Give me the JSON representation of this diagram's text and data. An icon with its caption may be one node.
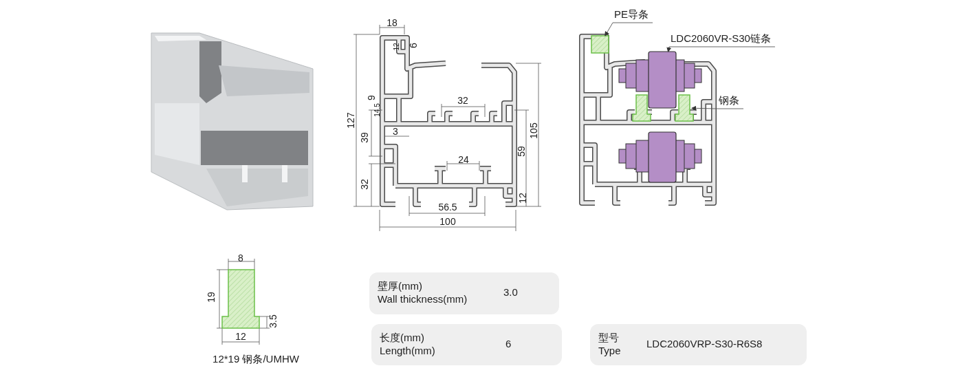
{
  "diagram": {
    "nodes": [
      {
        "text": [
          "PE导条"
        ]
      },
      {
        "text": [],
        "shape": "box"
      },
      {
        "text": [
          "LDC2060VR-S30链条"
        ]
      },
      {
        "text": [],
        "shape": "box"
      },
      {
        "text": [
          "钢条"
        ]
      },
      {
        "text": [],
        "shape": "box"
      },
      {
        "text": [
          "壁厚(mm)",
          "Wall thickness(mm)",
          "3.0"
        ]
      },
      {
        "text": [
          "长度(mm)",
          "Length(mm)",
          "6"
        ]
      },
      {
        "text": [
          "型号",
          "Type",
          "LDC2060VRP-S30-R6S8"
        ]
      },
      {
        "text": [],
        "shape": "box"
      },
      {
        "text": [],
        "shape": "box"
      }
    ],
    "edges": [
      {
        "from": 0,
        "to": 1,
        "arrow": "to"
      },
      {
        "from": 2,
        "to": 3,
        "arrow": "to"
      },
      {
        "from": 4,
        "to": 5,
        "arrow": "to"
      }
    ],
    "labels": [
      "18",
      "12",
      "6",
      "9",
      "14.5",
      "32",
      "127",
      "3",
      "39",
      "105",
      "59",
      "24",
      "32",
      "12",
      "56.5",
      "100",
      "8",
      "19",
      "3.5",
      "12",
      "12*19 钢条/UMHW"
    ]
  }
}
